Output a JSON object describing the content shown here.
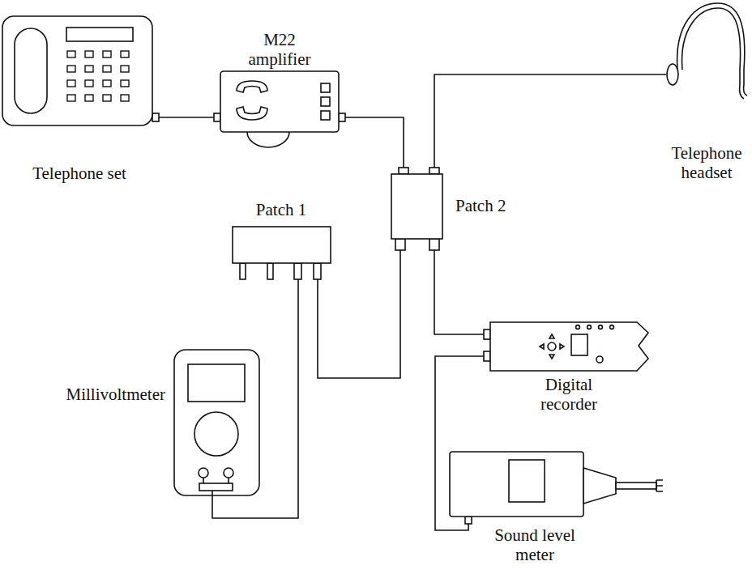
{
  "diagram": {
    "nodes": [
      {
        "text": [
          "Telephone set"
        ]
      },
      {
        "text": [
          "M22 amplifier"
        ]
      },
      {
        "text": [
          "Patch 1"
        ]
      },
      {
        "text": [
          "Patch 2"
        ]
      },
      {
        "text": [
          "Telephone headset"
        ]
      },
      {
        "text": [
          "Millivoltmeter"
        ]
      },
      {
        "text": [
          "Digital recorder"
        ]
      },
      {
        "text": [
          "Sound level meter"
        ]
      }
    ],
    "edges": [
      {
        "from": 0,
        "to": 1,
        "arrow": "none"
      },
      {
        "from": 1,
        "to": 3,
        "arrow": "none"
      },
      {
        "from": 3,
        "to": 4,
        "arrow": "none"
      },
      {
        "from": 3,
        "to": 2,
        "arrow": "none"
      },
      {
        "from": 2,
        "to": 5,
        "arrow": "none"
      },
      {
        "from": 3,
        "to": 6,
        "arrow": "none"
      },
      {
        "from": 7,
        "to": 6,
        "arrow": "none"
      }
    ]
  }
}
